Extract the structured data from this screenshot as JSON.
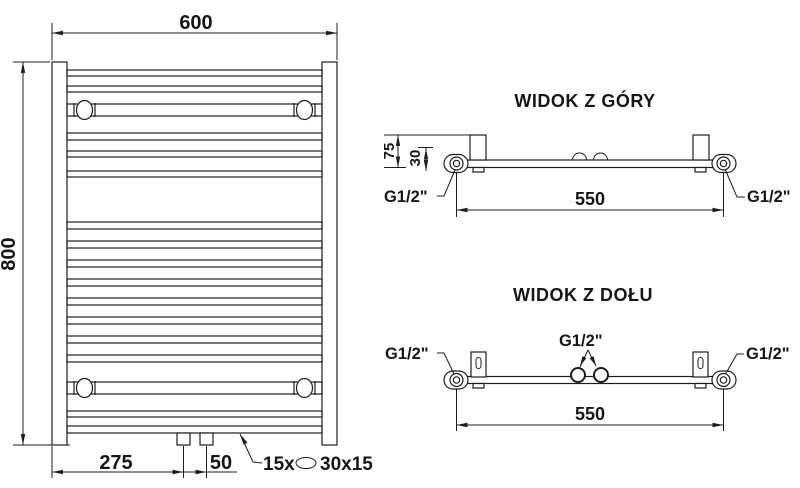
{
  "page": {
    "background": "#ffffff",
    "line_color": "#1d1d1d"
  },
  "front_view": {
    "dim_width": "600",
    "dim_height": "800",
    "dim_left_offset": "275",
    "dim_center_spacing": "50",
    "tube_note_count": "15x",
    "tube_note_size": "30x15"
  },
  "top_view": {
    "title": "WIDOK Z GÓRY",
    "dim_depth": "75",
    "dim_tube_offset": "30",
    "dim_span": "550",
    "thread_left": "G1/2\"",
    "thread_right": "G1/2\""
  },
  "bottom_view": {
    "title": "WIDOK Z DOŁU",
    "dim_span": "550",
    "thread_left": "G1/2\"",
    "thread_center": "G1/2\"",
    "thread_right": "G1/2\""
  }
}
